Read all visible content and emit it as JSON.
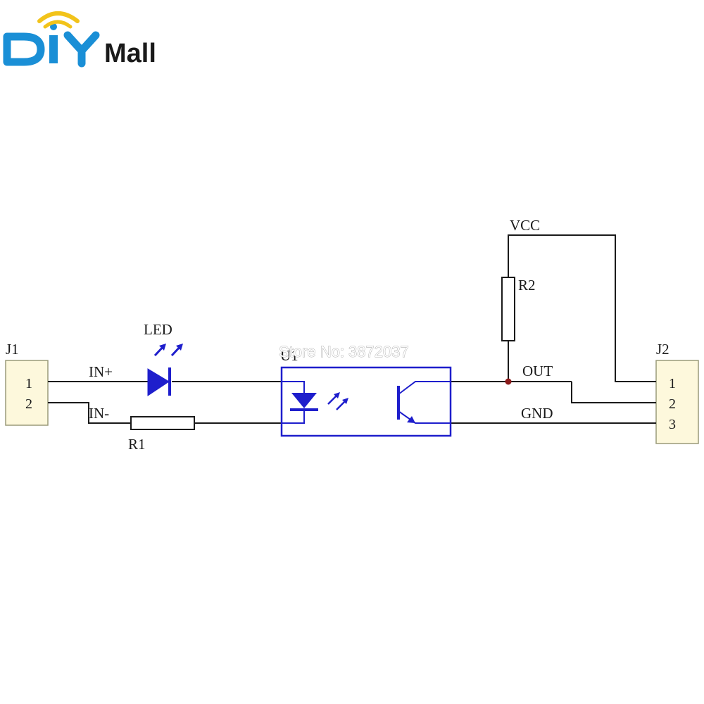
{
  "logo": {
    "brand_lettering": "DIY",
    "suffix": "Mall",
    "colors": {
      "blue": "#1a8fd6",
      "yellow": "#f2c31a",
      "text": "#1a1a1a"
    }
  },
  "watermark": "Store No: 3872037",
  "schematic": {
    "connectors": {
      "j1": {
        "name": "J1",
        "pins": [
          "1",
          "2"
        ]
      },
      "j2": {
        "name": "J2",
        "pins": [
          "1",
          "2",
          "3"
        ]
      }
    },
    "nets": {
      "in_plus": "IN+",
      "in_minus": "IN-",
      "vcc": "VCC",
      "out": "OUT",
      "gnd": "GND"
    },
    "components": {
      "led": "LED",
      "r1": "R1",
      "r2": "R2",
      "u1": "U1"
    },
    "colors": {
      "wire": "#1a1a1a",
      "optocoupler": "#1e1ecc",
      "connector_fill": "#fdf8dc",
      "connector_border": "#9a9a7a",
      "junction": "#8b1a1a"
    }
  }
}
